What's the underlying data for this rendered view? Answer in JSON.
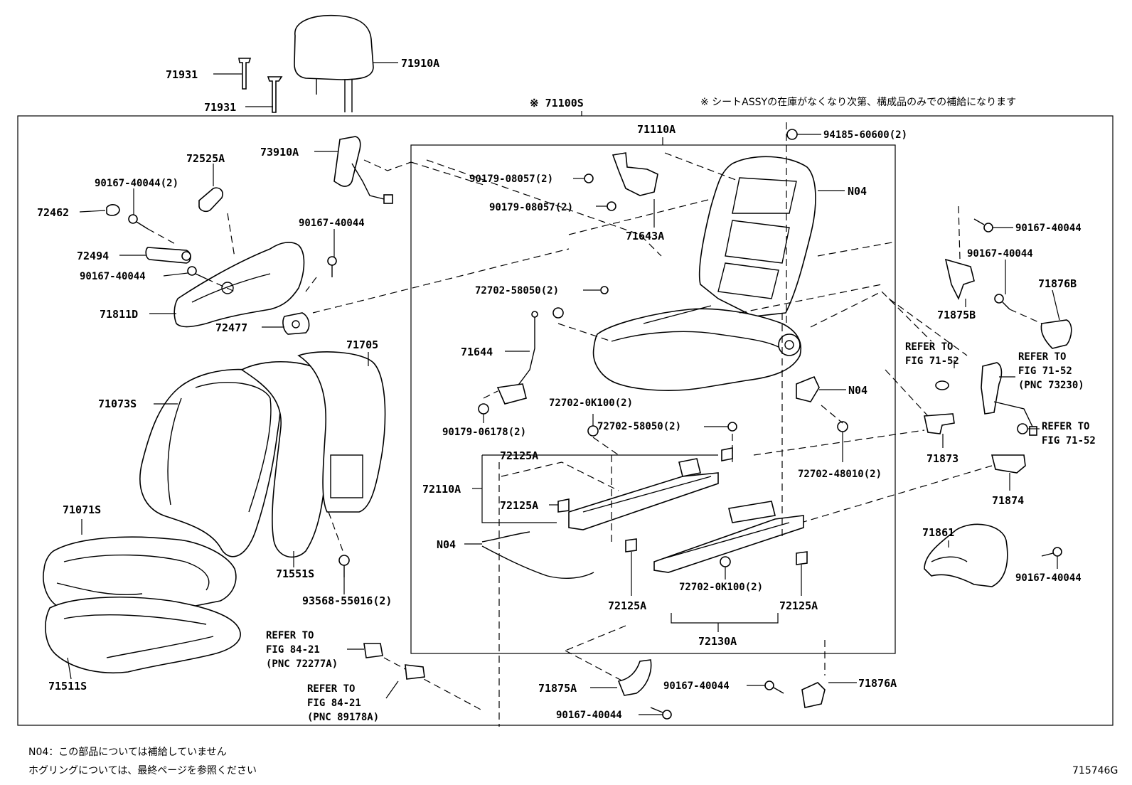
{
  "diagram": {
    "title_assembly": "※ 71100S",
    "note_top": "※ シートASSYの在庫がなくなり次第、構成品のみでの補給になります",
    "footer_note_1": "N04：この部品については補給していません",
    "footer_note_2": "ホグリングについては、最終ページを参照ください",
    "figure_id": "715746G",
    "labels": {
      "l71931a": "71931",
      "l71931b": "71931",
      "l71910A": "71910A",
      "l72525A": "72525A",
      "l73910A": "73910A",
      "l90167_40044_2": "90167-40044(2)",
      "l72462": "72462",
      "l90167_40044_a": "90167-40044",
      "l72494": "72494",
      "l90167_40044_b": "90167-40044",
      "l71811D": "71811D",
      "l72477": "72477",
      "l71110A": "71110A",
      "l94185": "94185-60600(2)",
      "l90179_08057_a": "90179-08057(2)",
      "l90179_08057_b": "90179-08057(2)",
      "lN04_a": "N04",
      "l71643A": "71643A",
      "l90167_40044_c": "90167-40044",
      "l90167_40044_d": "90167-40044",
      "l71876B": "71876B",
      "l71875B": "71875B",
      "l72702_58050_a": "72702-58050(2)",
      "l71644": "71644",
      "lrefer71_52a_1": "REFER TO",
      "lrefer71_52a_2": "FIG 71-52",
      "lrefer71_52b_1": "REFER TO",
      "lrefer71_52b_2": "FIG 71-52",
      "lrefer71_52b_3": "(PNC 73230)",
      "lrefer71_52c_1": "REFER TO",
      "lrefer71_52c_2": "FIG 71-52",
      "lN04_b": "N04",
      "l71705": "71705",
      "l71073S": "71073S",
      "l72702_0K100_a": "72702-0K100(2)",
      "l72702_58050_b": "72702-58050(2)",
      "l90179_06178": "90179-06178(2)",
      "l72702_48010": "72702-48010(2)",
      "l72125A_a": "72125A",
      "l71873": "71873",
      "l72110A": "72110A",
      "l72125A_b": "72125A",
      "l71874": "71874",
      "l71071S": "71071S",
      "lN04_c": "N04",
      "l71861": "71861",
      "l71551S": "71551S",
      "l90167_40044_e": "90167-40044",
      "l72702_0K100_b": "72702-0K100(2)",
      "l93568": "93568-55016(2)",
      "l72125A_c": "72125A",
      "l72125A_d": "72125A",
      "lrefer84_21a_1": "REFER TO",
      "lrefer84_21a_2": "FIG 84-21",
      "lrefer84_21a_3": "(PNC 72277A)",
      "l72130A": "72130A",
      "lrefer84_21b_1": "REFER TO",
      "lrefer84_21b_2": "FIG 84-21",
      "lrefer84_21b_3": "(PNC 89178A)",
      "l71875A": "71875A",
      "l90167_40044_f": "90167-40044",
      "l71876A": "71876A",
      "l90167_40044_g": "90167-40044",
      "l71511S": "71511S"
    }
  }
}
